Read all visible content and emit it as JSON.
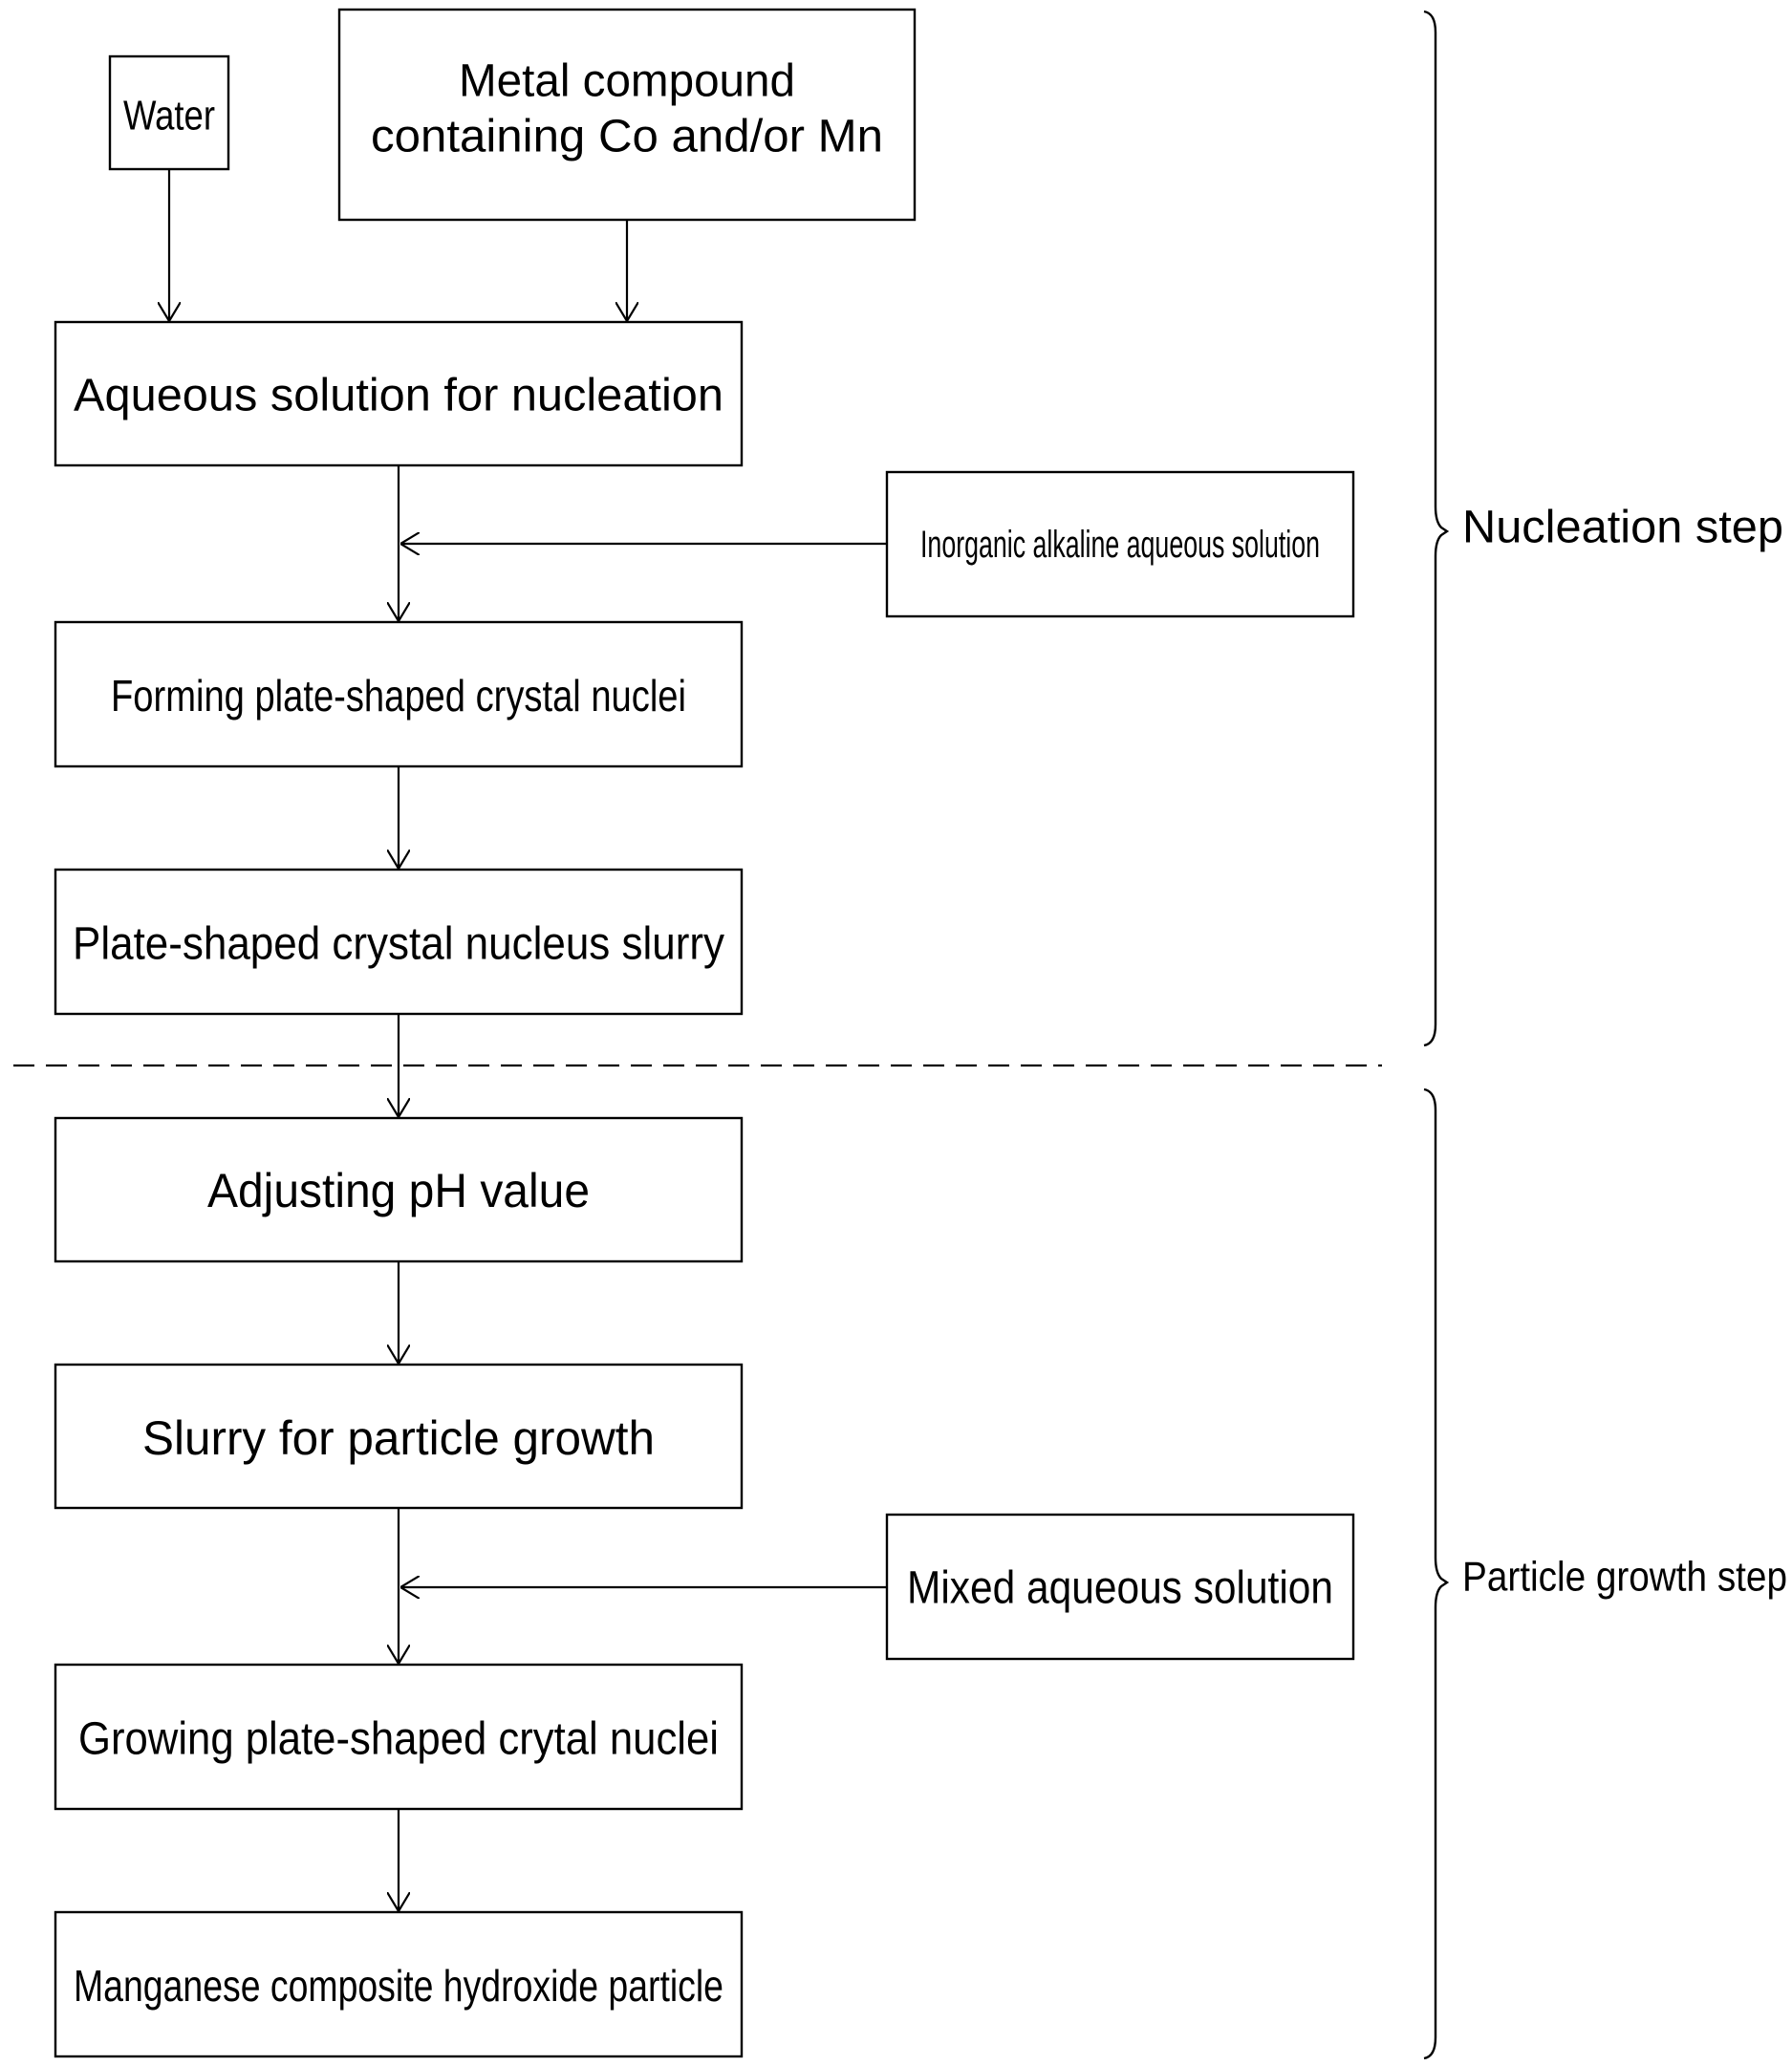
{
  "nodes": {
    "water": "Water",
    "metal_compound_line1": "Metal compound",
    "metal_compound_line2": "containing Co and/or Mn",
    "aqueous_solution": "Aqueous solution for nucleation",
    "inorganic_alkaline": "Inorganic alkaline aqueous solution",
    "forming_nuclei": "Forming plate-shaped crystal nuclei",
    "nucleus_slurry": "Plate-shaped crystal nucleus slurry",
    "adjusting_ph": "Adjusting pH value",
    "slurry_growth": "Slurry for particle growth",
    "mixed_aqueous": "Mixed aqueous solution",
    "growing_nuclei": "Growing plate-shaped crytal nuclei",
    "manganese_particle": "Manganese composite hydroxide particle"
  },
  "steps": {
    "nucleation": "Nucleation step",
    "particle_growth": "Particle growth step"
  }
}
